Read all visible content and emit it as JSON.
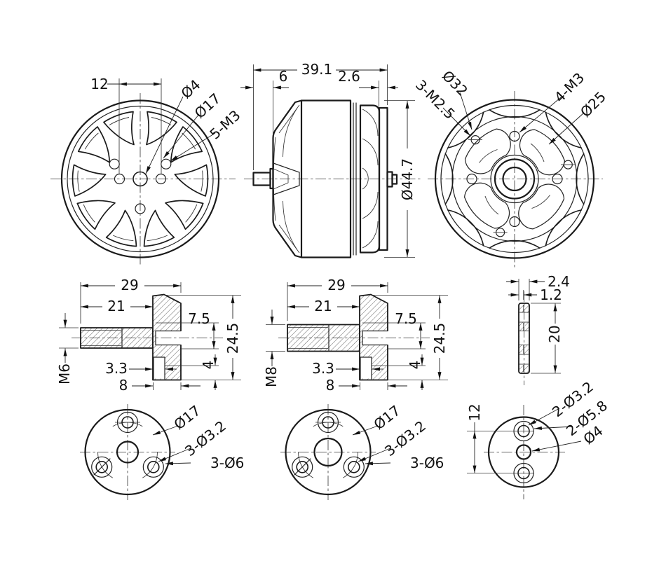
{
  "drawing": {
    "bell_front": {
      "pitch": "12",
      "shaft_dia": "Ø4",
      "bolt_circle": "Ø17",
      "mount_holes": "5-M3"
    },
    "motor_side": {
      "overall_length": "39.1",
      "shaft_length": "6",
      "rear_plate": "2.6",
      "body_dia": "Ø44.7"
    },
    "motor_back": {
      "bolt_circle_outer": "Ø32",
      "screw_holes_small": "3-M2.5",
      "screw_holes": "4-M3",
      "bolt_circle_inner": "Ø25"
    },
    "adapter_m6": {
      "overall_length": "29",
      "shaft_length": "21",
      "hub_depth": "7.5",
      "flange_dia": "24.5",
      "hole_dia": "3.3",
      "cbore_depth": "4",
      "flange_width": "8",
      "thread": "M6"
    },
    "adapter_m8": {
      "overall_length": "29",
      "shaft_length": "21",
      "hub_depth": "7.5",
      "flange_dia": "24.5",
      "hole_dia": "3.3",
      "cbore_depth": "4",
      "flange_width": "8",
      "thread": "M8"
    },
    "shim_side": {
      "thickness": "2.4",
      "step": "1.2",
      "diameter": "20"
    },
    "flange_m6": {
      "bolt_circle": "Ø17",
      "through_holes": "3-Ø3.2",
      "cbores": "3-Ø6"
    },
    "flange_m8": {
      "bolt_circle": "Ø17",
      "through_holes": "3-Ø3.2",
      "cbores": "3-Ø6"
    },
    "shim_front": {
      "hole_pitch": "12",
      "through_holes": "2-Ø3.2",
      "cbores": "2-Ø5.8",
      "center_hole": "Ø4"
    }
  }
}
